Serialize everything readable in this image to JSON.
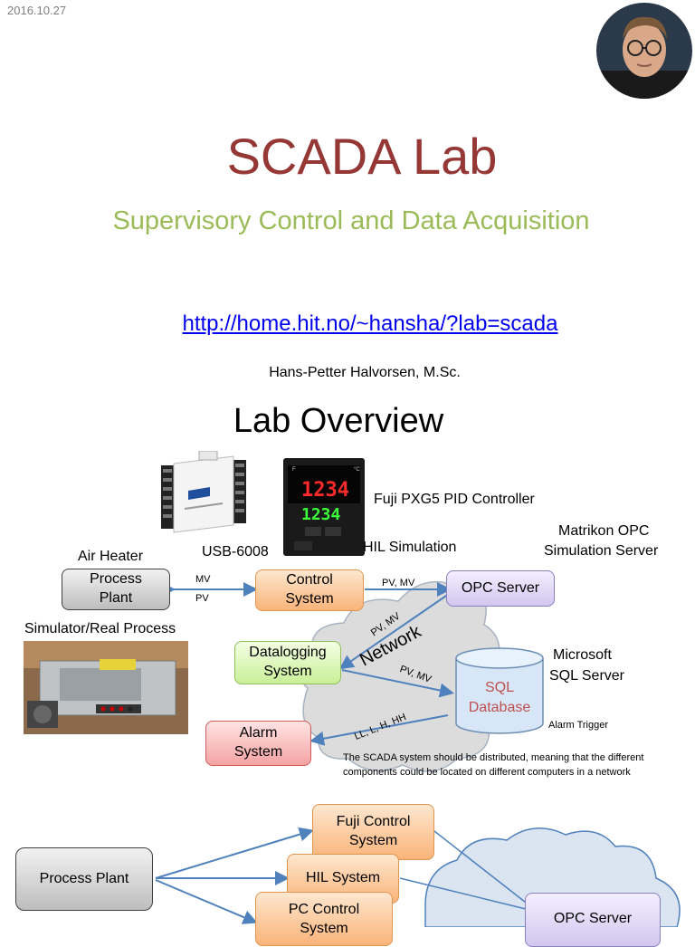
{
  "header": {
    "date": "2016.10.27"
  },
  "slide1": {
    "title": "SCADA Lab",
    "subtitle": "Supervisory Control and Data Acquisition",
    "url": "http://home.hit.no/~hansha/?lab=scada",
    "author": "Hans-Petter Halvorsen, M.Sc."
  },
  "slide2": {
    "title": "Lab Overview",
    "labels": {
      "fuji": "Fuji PXG5 PID Controller",
      "usb": "USB-6008",
      "hil": "HIL Simulation",
      "matrikon_line1": "Matrikon OPC",
      "matrikon_line2": "Simulation Server",
      "air_heater": "Air Heater",
      "simulator": "Simulator/Real Process",
      "microsoft_line1": "Microsoft",
      "microsoft_line2": "SQL Server",
      "alarm_trigger": "Alarm Trigger",
      "network": "Network",
      "mv": "MV",
      "pv": "PV",
      "pv_mv": "PV, MV",
      "alarm_levels": "LL, L, H, HH"
    },
    "boxes": {
      "process_plant_line1": "Process",
      "process_plant_line2": "Plant",
      "control_line1": "Control",
      "control_line2": "System",
      "opc": "OPC Server",
      "datalog_line1": "Datalogging",
      "datalog_line2": "System",
      "sql_line1": "SQL",
      "sql_line2": "Database",
      "alarm_line1": "Alarm",
      "alarm_line2": "System"
    },
    "note_line1": "The SCADA system should be distributed, meaning that the different",
    "note_line2": "components could be located on different computers in a network",
    "display_pv": "1234",
    "display_sv": "1234"
  },
  "slide3": {
    "process_plant": "Process Plant",
    "fuji_line1": "Fuji Control",
    "fuji_line2": "System",
    "hil": "HIL System",
    "pc_line1": "PC Control",
    "pc_line2": "System",
    "opc": "OPC Server"
  },
  "colors": {
    "title": "#953735",
    "subtitle": "#9bbb59",
    "link": "#0000ee",
    "arrow": "#4f81bd",
    "sql_text": "#c0504d"
  }
}
